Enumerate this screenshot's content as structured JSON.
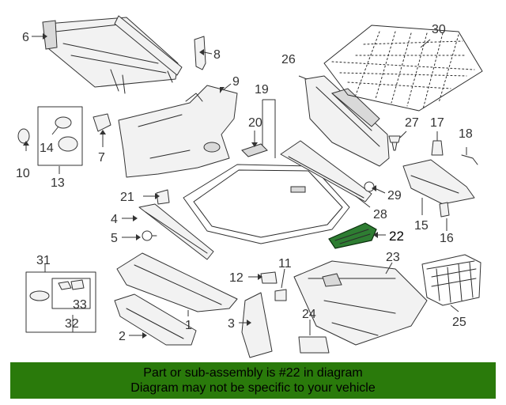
{
  "callouts": {
    "c1": "1",
    "c2": "2",
    "c3": "3",
    "c4": "4",
    "c5": "5",
    "c6": "6",
    "c7": "7",
    "c8": "8",
    "c9": "9",
    "c10": "10",
    "c11": "11",
    "c12": "12",
    "c13": "13",
    "c14": "14",
    "c15": "15",
    "c16": "16",
    "c17": "17",
    "c18": "18",
    "c19": "19",
    "c20": "20",
    "c21": "21",
    "c22": "22",
    "c23": "23",
    "c24": "24",
    "c25": "25",
    "c26": "26",
    "c27": "27",
    "c28": "28",
    "c29": "29",
    "c30": "30",
    "c31": "31",
    "c32": "32",
    "c33": "33"
  },
  "highlight_color": "#2e7d32",
  "banner": {
    "line1": "Part or sub-assembly is #22 in diagram",
    "line2": "Diagram may not be specific to your vehicle",
    "background": "#2a7a0b"
  }
}
